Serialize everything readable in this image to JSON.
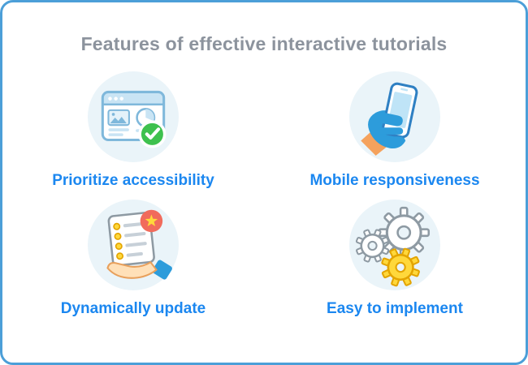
{
  "title": "Features of effective interactive tutorials",
  "features": [
    {
      "label": "Prioritize accessibility",
      "icon": "browser-checkmark-icon"
    },
    {
      "label": "Mobile responsiveness",
      "icon": "hand-holding-phone-icon"
    },
    {
      "label": "Dynamically update",
      "icon": "checklist-star-hand-icon"
    },
    {
      "label": "Easy to implement",
      "icon": "gears-icon"
    }
  ],
  "colors": {
    "card_border": "#4C9FD8",
    "title_text": "#8C939D",
    "label_text": "#1B87F0",
    "icon_circle_bg": "#EAF4F9",
    "icon_line_blue": "#7FB8DB",
    "success_green": "#3EC14E",
    "accent_yellow": "#FFD83B",
    "badge_red": "#F16B5C",
    "hand_blue": "#2D9CDB",
    "sleeve_orange": "#F5A25D",
    "gear_gray": "#8E9AA3"
  }
}
